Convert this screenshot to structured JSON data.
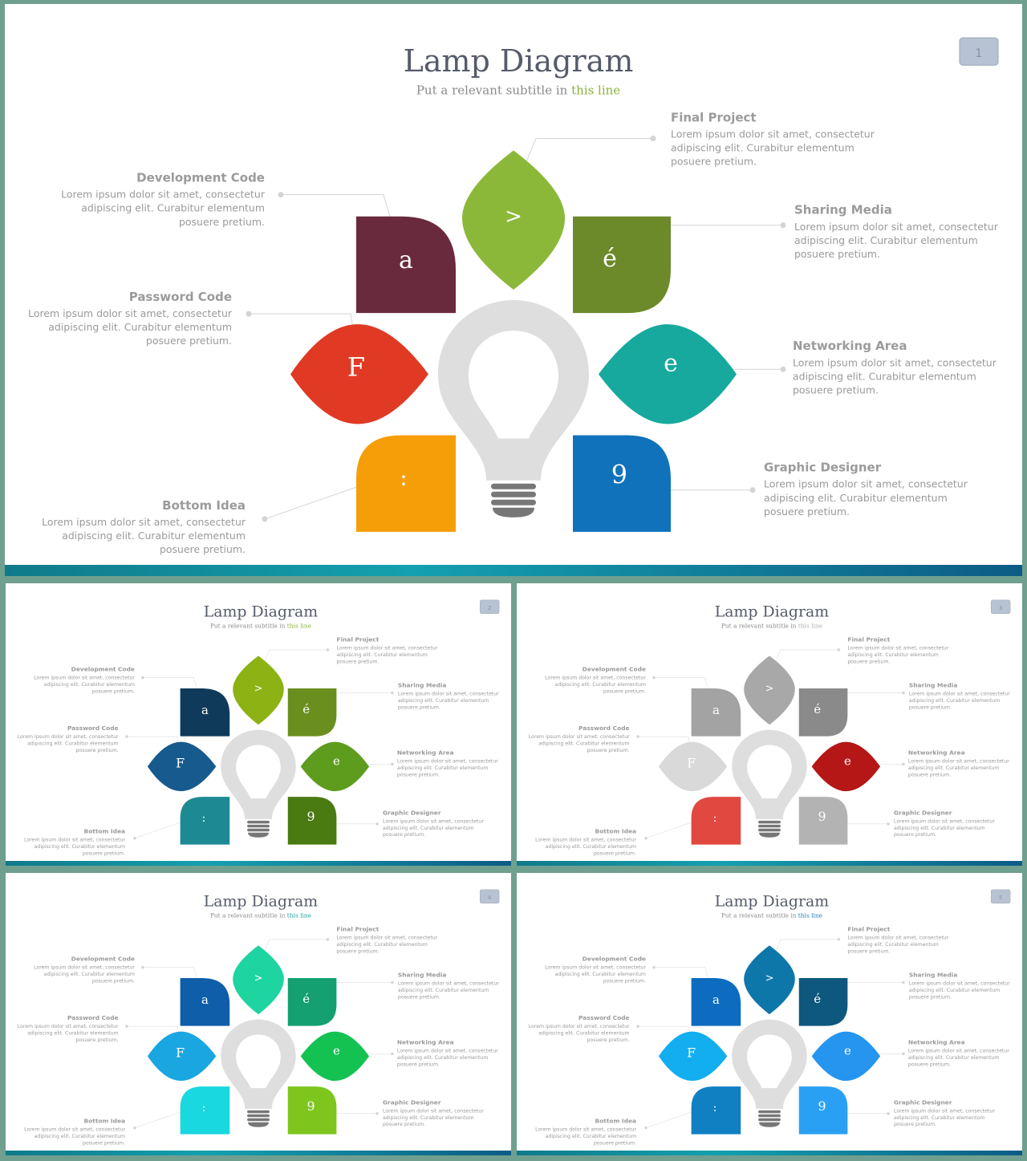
{
  "slides": [
    {
      "title": "Lamp Diagram",
      "subtitle_pre": "Put a relevant subtitle in ",
      "subtitle_em": "this line",
      "page_number": "1",
      "accent": "#8ab43a",
      "colors": [
        "#8cb83a",
        "#6c8a2a",
        "#17a99d",
        "#0f72ba",
        "#f69e08",
        "#e03a24",
        "#6a2a3e"
      ]
    },
    {
      "title": "Lamp Diagram",
      "subtitle_pre": "Put a relevant subtitle in ",
      "subtitle_em": "this line",
      "page_number": "2",
      "accent": "#8ab43a",
      "colors": [
        "#8cb214",
        "#6b8f1f",
        "#5e9c1e",
        "#4a7a12",
        "#1d8a93",
        "#175a8e",
        "#0f3a5a"
      ]
    },
    {
      "title": "Lamp Diagram",
      "subtitle_pre": "Put a relevant subtitle in ",
      "subtitle_em": "this line",
      "page_number": "3",
      "accent": "#b0b0b0",
      "colors": [
        "#a8a8a8",
        "#8a8a8a",
        "#b51616",
        "#b3b3b3",
        "#e04840",
        "#d9d9d9",
        "#a3a3a3"
      ]
    },
    {
      "title": "Lamp Diagram",
      "subtitle_pre": "Put a relevant subtitle in ",
      "subtitle_em": "this line",
      "page_number": "4",
      "accent": "#17a3a0",
      "colors": [
        "#1ed4a0",
        "#14a071",
        "#14c252",
        "#7ec51e",
        "#19d8df",
        "#1aa6e0",
        "#0f5eaa"
      ]
    },
    {
      "title": "Lamp Diagram",
      "subtitle_pre": "Put a relevant subtitle in ",
      "subtitle_em": "this line",
      "page_number": "5",
      "accent": "#1e7ab8",
      "colors": [
        "#0e77aa",
        "#0e587e",
        "#2595f0",
        "#2aa0f5",
        "#1180c3",
        "#12aef0",
        "#0d6cc0"
      ]
    }
  ],
  "petals": [
    {
      "glyph": ">",
      "heading": "Final Project"
    },
    {
      "glyph": "é",
      "heading": "Sharing Media"
    },
    {
      "glyph": "e",
      "heading": "Networking Area"
    },
    {
      "glyph": "9",
      "heading": "Graphic Designer"
    },
    {
      "glyph": ":",
      "heading": "Bottom Idea"
    },
    {
      "glyph": "F",
      "heading": "Password Code"
    },
    {
      "glyph": "a",
      "heading": "Development Code"
    }
  ],
  "body_text": {
    "line1": "Lorem ipsum dolor sit amet, consectetur",
    "line2": "adipiscing elit. Curabitur elementum",
    "line3": "posuere pretium."
  }
}
